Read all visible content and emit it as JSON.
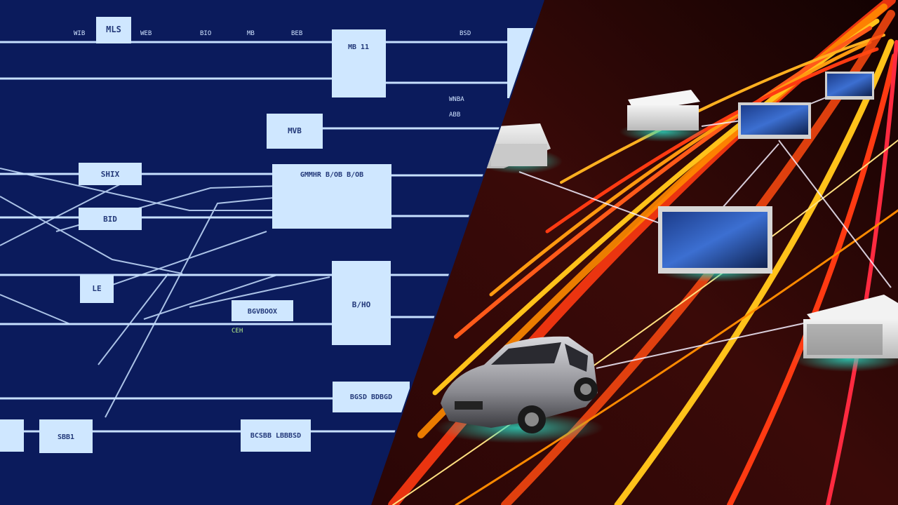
{
  "image": {
    "left_panel": "blueprint-network-diagram",
    "right_panel": "data-highway-with-connected-devices",
    "colors": {
      "blueprint_bg": "#0b1b5c",
      "diagram_line": "#c7e0ff",
      "diagram_box": "#cfe7ff",
      "box_text": "#243a7a",
      "highway_bg": "#1a0505",
      "streak_red": "#ff3a12",
      "streak_orange": "#ff8a00",
      "streak_yellow": "#ffc21a",
      "device_glow": "#2de0c8"
    },
    "blocks": [
      {
        "id": "b1",
        "text": "MLS"
      },
      {
        "id": "b2",
        "text": "MB 11"
      },
      {
        "id": "b3",
        "text": "MVB"
      },
      {
        "id": "b4",
        "text": "GMMHR B/OB B/OB"
      },
      {
        "id": "b5",
        "text": "SHIX"
      },
      {
        "id": "b6",
        "text": "BID"
      },
      {
        "id": "b7",
        "text": "LE"
      },
      {
        "id": "b8",
        "text": "BGVBOOX"
      },
      {
        "id": "b9",
        "text": "B/HO"
      },
      {
        "id": "b10",
        "text": "BGSD BDBGD"
      },
      {
        "id": "b11",
        "text": "SBB1"
      },
      {
        "id": "b12",
        "text": "BCSBB LBBBSD"
      }
    ],
    "top_labels": [
      "WIB",
      "WEB",
      "BIO",
      "MB",
      "BEB",
      "BSD"
    ],
    "small_labels": [
      "WNBA",
      "ABB",
      "CEH"
    ]
  }
}
